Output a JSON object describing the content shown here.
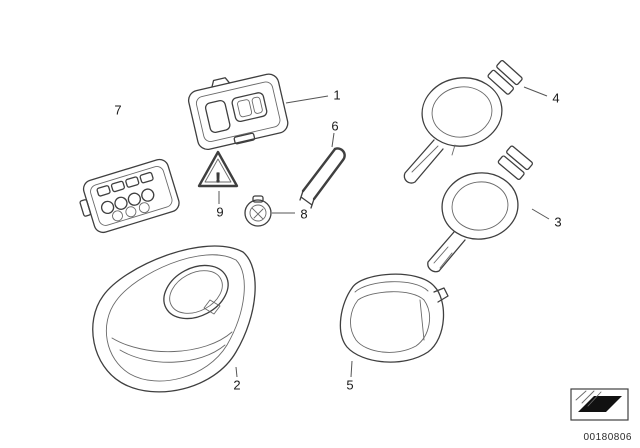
{
  "diagram": {
    "callouts": [
      "1",
      "2",
      "3",
      "4",
      "5",
      "6",
      "7",
      "8",
      "9"
    ],
    "warning_symbol": "!",
    "doc_number": "00180806",
    "colors": {
      "line": "#3f3f3f",
      "background": "#ffffff"
    }
  }
}
